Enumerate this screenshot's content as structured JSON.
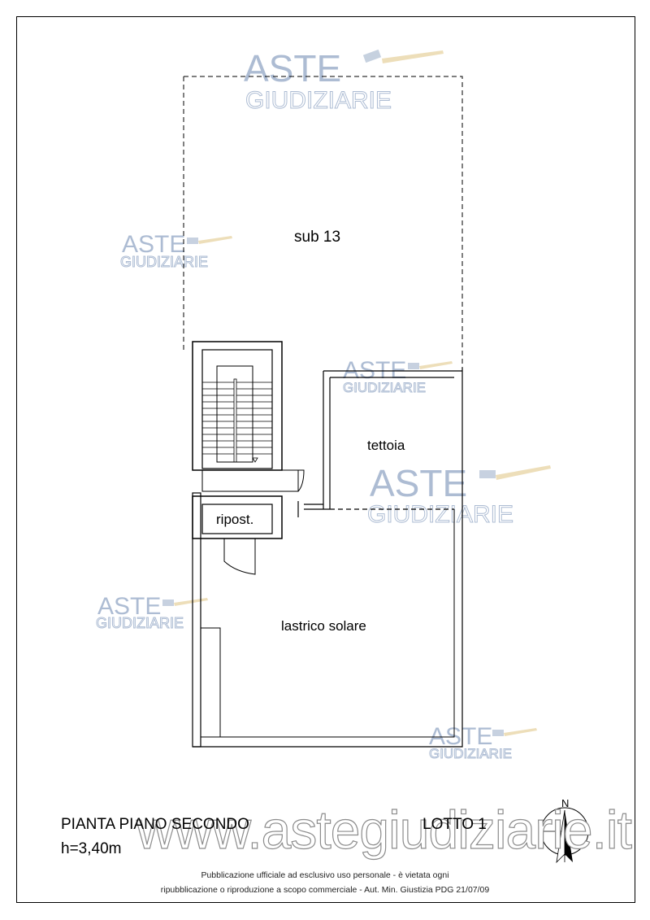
{
  "plan": {
    "rooms": {
      "sub13": "sub 13",
      "tettoia": "tettoia",
      "ripostiglio": "ripost.",
      "lastrico": "lastrico solare"
    },
    "title": "PIANTA PIANO SECONDO",
    "height": "h=3,40m",
    "lot": "LOTTO 1",
    "north_label": "N"
  },
  "watermark": {
    "aste": "ASTE",
    "giudiziarie": "GIUDIZIARIE",
    "url": "www.astegiudiziarie.it",
    "color": "#9fb1cc"
  },
  "footer": {
    "line1": "Pubblicazione ufficiale ad esclusivo uso personale - è vietata ogni",
    "line2": "ripubblicazione o riproduzione a scopo commerciale - Aut. Min. Giustizia PDG 21/07/09"
  }
}
